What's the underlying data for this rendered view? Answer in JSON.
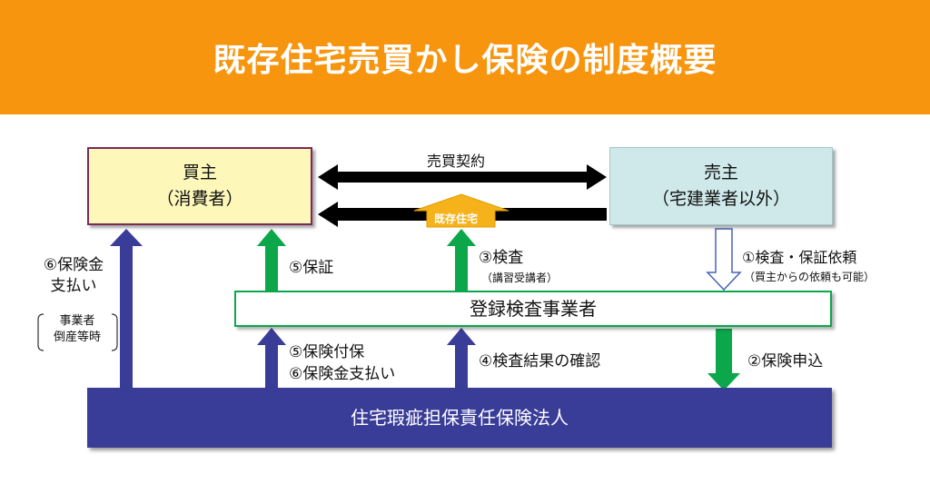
{
  "title": "既存住宅売買かし保険の制度概要",
  "buyer": {
    "name": "買主",
    "sub": "（消費者）"
  },
  "seller": {
    "name": "売主",
    "sub": "（宅建業者以外）"
  },
  "contract_label": "売買契約",
  "house_label": "既存住宅",
  "inspector": "登録検査事業者",
  "insurer": "住宅瑕疵担保責任保険法人",
  "steps": {
    "s1": "①検査・保証依頼",
    "s1_note": "（買主からの依頼も可能）",
    "s2": "②保険申込",
    "s3": "③検査",
    "s3_note": "（講習受講者）",
    "s4": "④検査結果の確認",
    "s5_guarantee": "⑤保証",
    "s5_insure": "⑤保険付保",
    "s6_pay": "⑥保険金支払い",
    "s6_left_1": "⑥保険金",
    "s6_left_2": "支払い",
    "s6_cond_1": "事業者",
    "s6_cond_2": "倒産等時"
  },
  "colors": {
    "banner": "#f7950f",
    "green": "#0ba74a",
    "navy": "#3a3d98",
    "black": "#000000"
  }
}
